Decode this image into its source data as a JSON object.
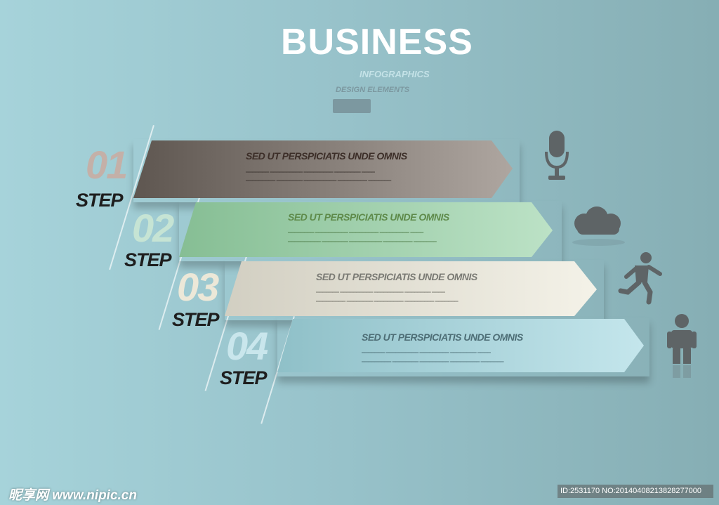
{
  "header": {
    "title": "BUSINESS",
    "subtitle": "INFOGRAPHICS",
    "tagline": "DESIGN ELEMENTS"
  },
  "steps": [
    {
      "number": "01",
      "label": "STEP",
      "heading": "SED UT PERSPICIATIS UNDE OMNIS",
      "icon": "microphone-icon"
    },
    {
      "number": "02",
      "label": "STEP",
      "heading": "SED UT PERSPICIATIS UNDE OMNIS",
      "icon": "cloud-icon"
    },
    {
      "number": "03",
      "label": "STEP",
      "heading": "SED UT PERSPICIATIS UNDE OMNIS",
      "icon": "running-person-icon"
    },
    {
      "number": "04",
      "label": "STEP",
      "heading": "SED UT PERSPICIATIS UNDE OMNIS",
      "icon": "standing-person-icon"
    }
  ],
  "colors": {
    "step1_banner": "#8f8a84",
    "step2_banner": "#a6d1b0",
    "step3_banner": "#e4e1d4",
    "step4_banner": "#a8d6df",
    "icon": "#5e6466"
  },
  "watermark": {
    "site": "昵享网 www.nipic.cn",
    "id": "ID:2531170 NO:20140408213828277000"
  }
}
